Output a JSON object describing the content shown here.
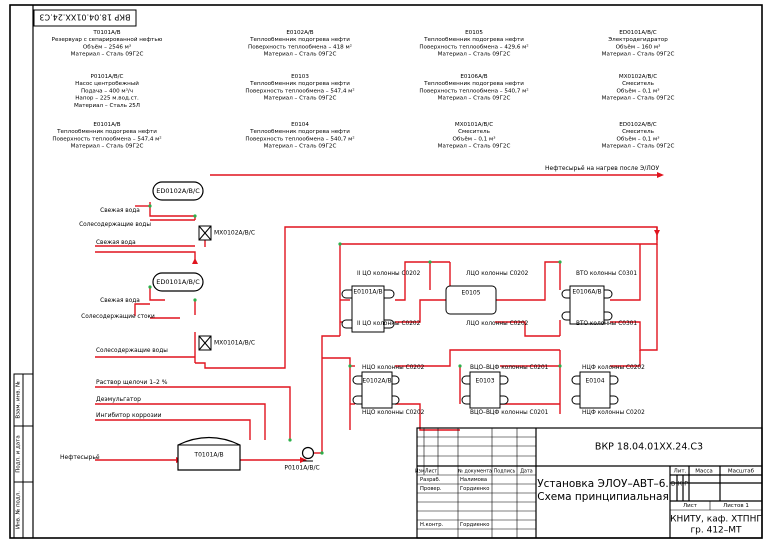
{
  "sheet": {
    "code_rotated": "ВКР 18.04.01XX.24.С3",
    "side_labels": [
      "Взам. инв. №",
      "Подп. и дата",
      "Инв. № подл."
    ]
  },
  "legend": [
    [
      "Т0101А/В",
      "Резервуар с сепарированной нефтью",
      "Объём – 2546 м³",
      "Материал – Сталь 09Г2С"
    ],
    [
      "Р0101А/В/С",
      "Насос центробежный",
      "Подача – 400 м³/ч",
      "Напор – 225 м.вод.ст.",
      "Материал – Сталь 25Л"
    ],
    [
      "Е0101А/В",
      "Теплообменник подогрева нефти",
      "Поверхность теплообмена – 547,4 м²",
      "Материал – Сталь 09Г2С"
    ],
    [
      "Е0102А/В",
      "Теплообменник подогрева нефти",
      "Поверхность теплообмена – 418 м²",
      "Материал – Сталь 09Г2С"
    ],
    [
      "Е0103",
      "Теплообменник подогрева нефти",
      "Поверхность теплообмена – 547,4 м²",
      "Материал – Сталь 09Г2С"
    ],
    [
      "Е0104",
      "Теплообменник подогрева нефти",
      "Поверхность теплообмена – 540,7 м²",
      "Материал – Сталь 09Г2С"
    ],
    [
      "Е0105",
      "Теплообменник подогрева нефти",
      "Поверхность теплообмена – 429,6 м²",
      "Материал – Сталь 09Г2С"
    ],
    [
      "Е0106А/В",
      "Теплообменник подогрева нефти",
      "Поверхность теплообмена – 540,7 м²",
      "Материал – Сталь 09Г2С"
    ],
    [
      "МХ0101А/В/С",
      "Смеситель",
      "Объём – 0,1 м³",
      "Материал – Сталь 09Г2С"
    ],
    [
      "ЕD0101А/В/С",
      "Электродегидратор",
      "Объём – 160 м³",
      "Материал – Сталь 09Г2С"
    ],
    [
      "МХ0102А/В/С",
      "Смеситель",
      "Объём – 0,1 м³",
      "Материал – Сталь 09Г2С"
    ],
    [
      "ЕD0102А/В/С",
      "Смеситель",
      "Объём – 0,1 м³",
      "Материал – Сталь 09Г2С"
    ]
  ],
  "labels": {
    "oil_out": "Нефтесырьё на нагрев после Э/ЛОУ",
    "oil_in": "Нефтесырьё",
    "demulsifier": "Раствор щелочи 1–2 %",
    "deemulg": "Деэмульгатор",
    "inhibitor": "Ингибитор коррозии",
    "fresh_water_1": "Свежая вода",
    "salt_water_1": "Солесодержащие воды",
    "fresh_water_2": "Свежая вода",
    "fresh_water_3": "Свежая вода",
    "salt_water_2": "Солесодержащие стоки",
    "salt_water_3": "Солесодержащие воды",
    "ed0102": "ЕD0102А/В/С",
    "ed0101": "ЕD0101А/В/С",
    "mx0102": "МХ0102А/В/С",
    "mx0101": "МХ0101А/В/С",
    "tank": "Т0101А/В",
    "pump": "Р0101А/В/С",
    "e0101": "Е0101А/В",
    "e0105": "Е0105",
    "e0106": "Е0106А/В",
    "e0102": "Е0102А/В",
    "e0103": "Е0103",
    "e0104": "Е0104",
    "s1_in": "II ЦО колонны С0202",
    "s1_out": "II ЦО колонны С0202",
    "s2_in": "ЛЦО колонны С0202",
    "s2_out": "ЛЦО колонны С0202",
    "s3_in": "ВТО колонны С0301",
    "s3_out": "ВТО колонны С0301",
    "s4_in": "НЦО колонны С0202",
    "s4_out": "НЦО колонны С0202",
    "s5_in": "ВЦО–ВЦФ колонны С0201",
    "s5_out": "ВЦО–ВЦФ колонны С0201",
    "s6_in": "НЦФ колонны С0202",
    "s6_out": "НЦФ колонны С0202"
  },
  "title_block": {
    "code": "ВКР 18.04.01XX.24.С3",
    "title": "Установка ЭЛОУ–АВТ–6. Схема принципиальная",
    "title_line1": "Установка ЭЛОУ–АВТ–6.",
    "title_line2": "Схема принципиальная",
    "org_line1": "КНИТУ, каф. ХТПНГ",
    "org_line2": "гр. 412–МТ",
    "col_headers": [
      "Изм.",
      "Лист",
      "№ документа",
      "Подпись",
      "Дата"
    ],
    "roles": [
      "Разраб.",
      "Провер.",
      "",
      "Н.контр.",
      ""
    ],
    "names": [
      "Налимова",
      "Гордиенко",
      "",
      "Гордиенко",
      ""
    ],
    "lit_header": "Лит.",
    "mass_header": "Масса",
    "scale_header": "Масштаб",
    "lit_values": [
      "В",
      "К",
      "Р"
    ],
    "sheet_label": "Лист",
    "sheets_label": "Листов 1"
  }
}
